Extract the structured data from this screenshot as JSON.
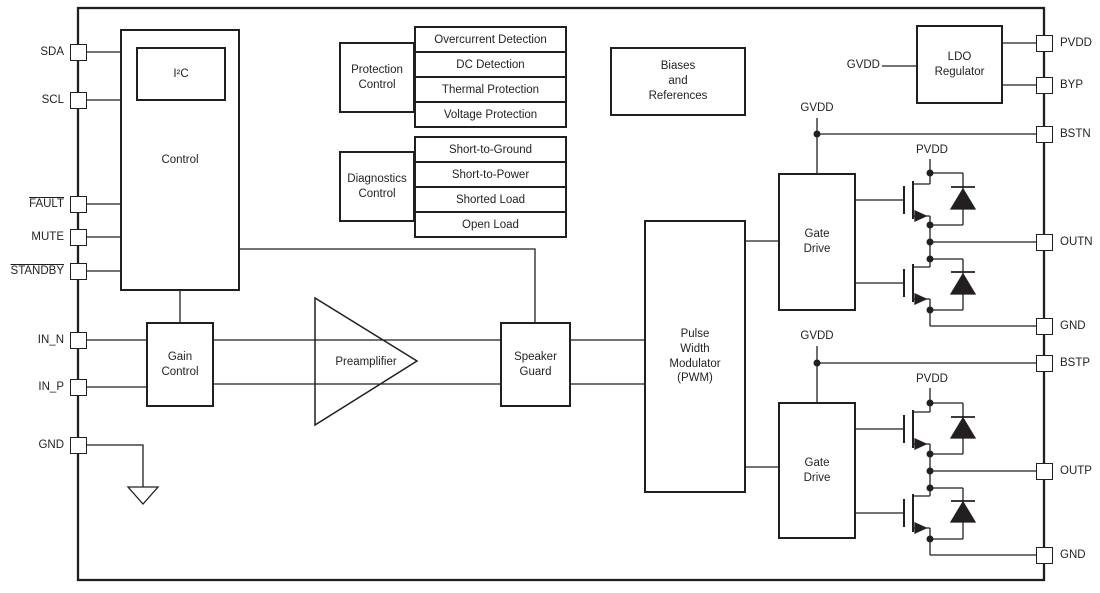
{
  "diagram_type": "functional-block-diagram",
  "colors": {
    "stroke": "#231f20",
    "background": "#ffffff"
  },
  "pins": {
    "left": [
      {
        "label": "SDA"
      },
      {
        "label": "SCL"
      },
      {
        "label": "FAULT"
      },
      {
        "label": "MUTE"
      },
      {
        "label": "STANDBY"
      },
      {
        "label": "IN_N"
      },
      {
        "label": "IN_P"
      },
      {
        "label": "GND"
      }
    ],
    "right": [
      {
        "label": "PVDD"
      },
      {
        "label": "BYP"
      },
      {
        "label": "BSTN"
      },
      {
        "label": "OUTN"
      },
      {
        "label": "GND"
      },
      {
        "label": "BSTP"
      },
      {
        "label": "OUTP"
      },
      {
        "label": "GND"
      }
    ]
  },
  "blocks": {
    "control": "Control",
    "i2c": "I²C",
    "protection_control": "Protection\nControl",
    "protection_items": [
      "Overcurrent Detection",
      "DC Detection",
      "Thermal Protection",
      "Voltage Protection"
    ],
    "diagnostics_control": "Diagnostics\nControl",
    "diagnostics_items": [
      "Short-to-Ground",
      "Short-to-Power",
      "Shorted Load",
      "Open Load"
    ],
    "biases": "Biases\nand\nReferences",
    "ldo": "LDO\nRegulator",
    "gain_control": "Gain\nControl",
    "preamplifier": "Preamplifier",
    "speaker_guard": "Speaker\nGuard",
    "pwm": "Pulse\nWidth\nModulator\n(PWM)",
    "gate_drive": "Gate\nDrive"
  },
  "nets": {
    "gvdd": "GVDD",
    "pvdd": "PVDD"
  }
}
